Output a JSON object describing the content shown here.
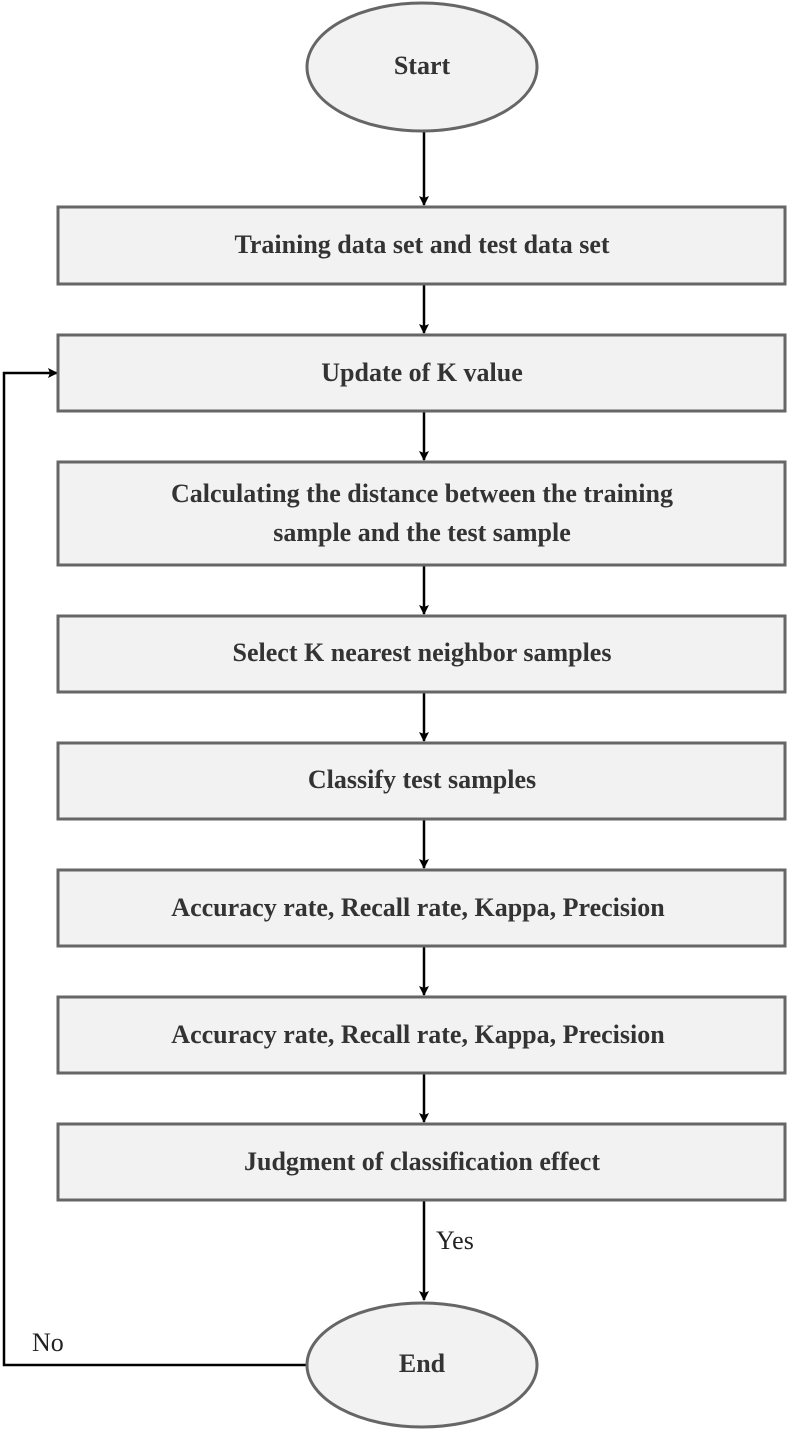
{
  "diagram": {
    "start": "Start",
    "steps": [
      "Training data set and test data set",
      "Update of K value",
      "Calculating the distance between the training",
      "sample and the test sample",
      "Select K nearest neighbor samples",
      "Classify test samples",
      "Accuracy rate, Recall rate, Kappa, Precision",
      "Accuracy rate, Recall rate, Kappa, Precision",
      "Judgment of classification effect"
    ],
    "end": "End",
    "yes_label": "Yes",
    "no_label": "No"
  },
  "colors": {
    "node_fill": "#f2f2f2",
    "stroke": "#666666",
    "arrow": "#000000"
  }
}
